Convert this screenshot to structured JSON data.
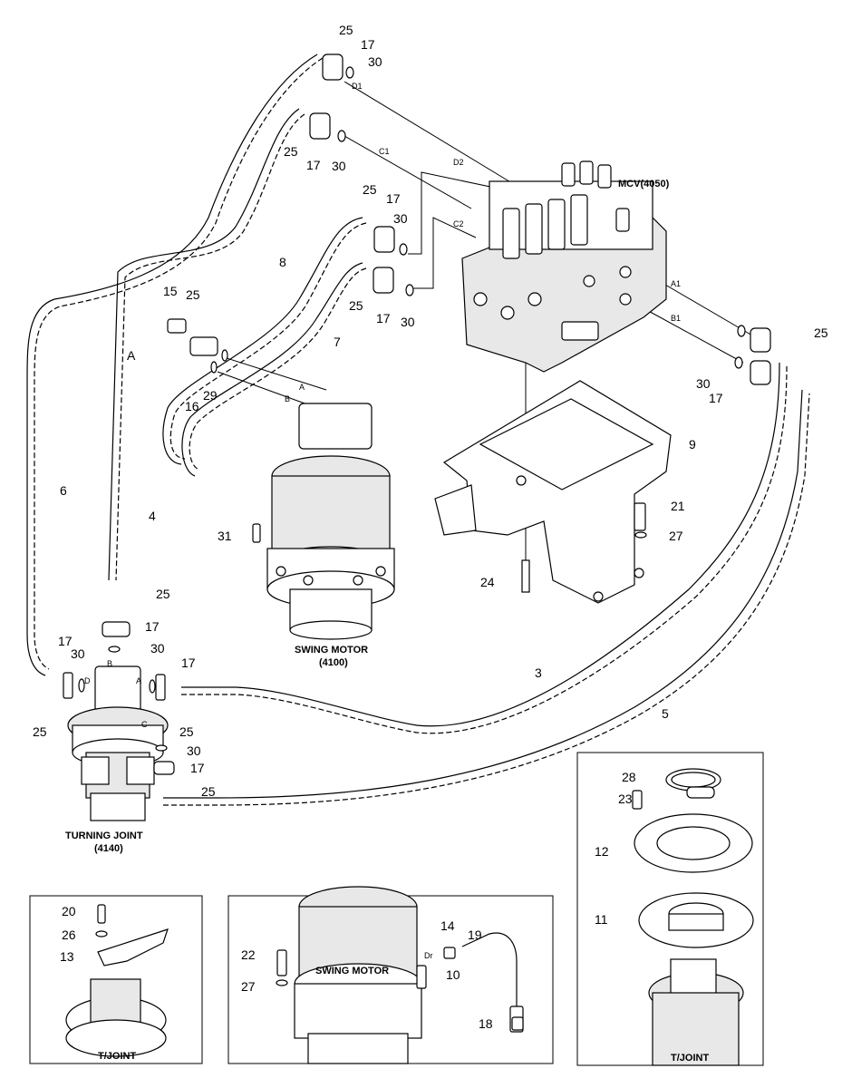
{
  "captions": {
    "mcv": "MCV(4050)",
    "swing_motor": "SWING MOTOR",
    "swing_motor_no": "(4100)",
    "turning_joint": "TURNING JOINT",
    "turning_joint_no": "(4140)",
    "inset_swing_motor": "SWING MOTOR",
    "inset_tjoint_left": "T/JOINT",
    "inset_tjoint_right": "T/JOINT"
  },
  "ports": {
    "d1": "D1",
    "c1": "C1",
    "d2": "D2",
    "c2": "C2",
    "a1": "A1",
    "b1": "B1",
    "sm_a": "A",
    "sm_b": "B",
    "tj_b": "B",
    "tj_a": "A",
    "tj_d": "D",
    "tj_c": "C",
    "dr": "Dr"
  },
  "labels": {
    "top_25": "25",
    "top_17": "17",
    "top_30": "30",
    "mid_25": "25",
    "mid_17": "17",
    "mid_30": "30",
    "mcv_25": "25",
    "mcv_17": "17",
    "mcv_30": "30",
    "low_25": "25",
    "low_17": "17",
    "low_30": "30",
    "h8": "8",
    "h7": "7",
    "l15": "15",
    "l25b": "25",
    "lA": "A",
    "l16": "16",
    "l29": "29",
    "r25": "25",
    "r30": "30",
    "r17": "17",
    "l9": "9",
    "l21": "21",
    "l27": "27",
    "l24": "24",
    "l31": "31",
    "h6": "6",
    "h4": "4",
    "tj25a": "25",
    "tj17a": "17",
    "tj17b": "17",
    "tj30b": "30",
    "tj30c": "30",
    "tj17c": "17",
    "tj25b": "25",
    "tj25c": "25",
    "tj30d": "30",
    "tj17d": "17",
    "tj25d": "25",
    "h3": "3",
    "h5": "5",
    "i28": "28",
    "i23": "23",
    "i12": "12",
    "i11": "11",
    "i20": "20",
    "i26": "26",
    "i13": "13",
    "i22": "22",
    "i27": "27",
    "i14": "14",
    "i19": "19",
    "i10": "10",
    "i18": "18"
  }
}
